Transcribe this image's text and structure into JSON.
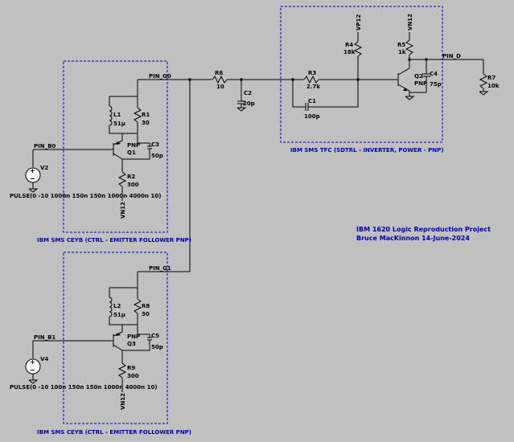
{
  "nets": {
    "pin_g0": "PIN_G0",
    "pin_g1": "PIN_G1",
    "pin_b0": "PIN_B0",
    "pin_b1": "PIN_B1",
    "pin_d": "PIN_D",
    "vp12": "VP12",
    "vn12_top": "VN12",
    "vn12_a": "VN12",
    "vn12_b": "VN12"
  },
  "components": {
    "r1": {
      "name": "R1",
      "value": "30"
    },
    "r2": {
      "name": "R2",
      "value": "300"
    },
    "r3": {
      "name": "R3",
      "value": "2.7k"
    },
    "r4": {
      "name": "R4",
      "value": "18k"
    },
    "r5": {
      "name": "R5",
      "value": "1k"
    },
    "r6": {
      "name": "R6",
      "value": "10"
    },
    "r7": {
      "name": "R7",
      "value": "10k"
    },
    "r8": {
      "name": "R8",
      "value": "30"
    },
    "r9": {
      "name": "R9",
      "value": "300"
    },
    "c1": {
      "name": "C1",
      "value": "100p"
    },
    "c2": {
      "name": "C2",
      "value": "20p"
    },
    "c3": {
      "name": "C3",
      "value": "50p"
    },
    "c4": {
      "name": "C4",
      "value": "75p"
    },
    "c5": {
      "name": "C5",
      "value": "50p"
    },
    "l1": {
      "name": "L1",
      "value": "51µ"
    },
    "l2": {
      "name": "L2",
      "value": "51µ"
    },
    "q1": {
      "name": "Q1",
      "type": "PNP"
    },
    "q2": {
      "name": "Q2",
      "type": "PNP"
    },
    "q3": {
      "name": "Q3",
      "type": "PNP"
    },
    "v2": {
      "name": "V2",
      "value": "PULSE(0 -10 1000n 150n 150n 1000n 4000n 10)"
    },
    "v4": {
      "name": "V4",
      "value": "PULSE(0 -10 100n 150n 150n 1000n 4000n 10)"
    }
  },
  "blocks": {
    "ceyb_top": "IBM SMS CEYB (CTRL - EMITTER FOLLOWER PNP)",
    "ceyb_bottom": "IBM SMS CEYB (CTRL - EMITTER FOLLOWER PNP)",
    "tfc": "IBM SMS TFC  (SDTRL - INVERTER, POWER - PNP)"
  },
  "notes": {
    "line1": "IBM 1620 Logic Reproduction Project",
    "line2": "Bruce MacKinnon 14-June-2024"
  },
  "colors": {
    "background": "#c0c0c0",
    "wire": "#000000",
    "block_border": "#0000b0",
    "block_text": "#0000b0"
  }
}
